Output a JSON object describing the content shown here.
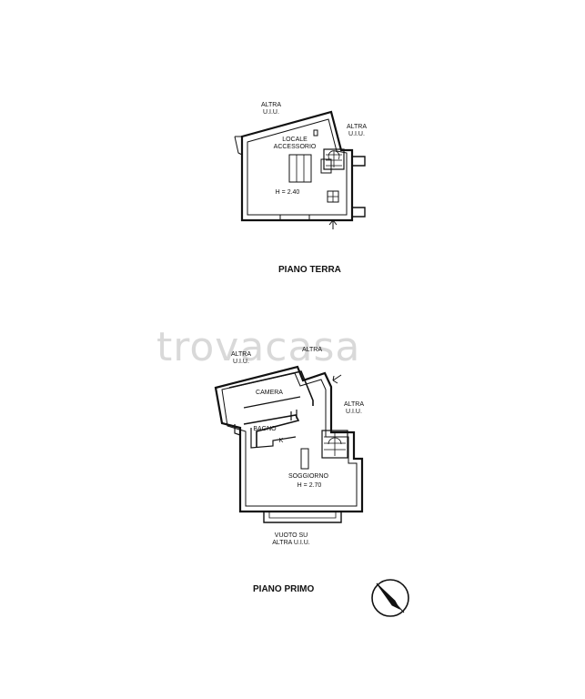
{
  "watermark": "trovacasa",
  "ground_floor": {
    "title": "PIANO TERRA",
    "labels": {
      "altra_uiu_left_1": "ALTRA",
      "altra_uiu_left_2": "U.I.U.",
      "altra_uiu_right_1": "ALTRA",
      "altra_uiu_right_2": "U.I.U.",
      "locale_1": "LOCALE",
      "locale_2": "ACCESSORIO",
      "height": "H = 2.40"
    }
  },
  "first_floor": {
    "title": "PIANO PRIMO",
    "labels": {
      "altra_uiu_a_1": "ALTRA",
      "altra_uiu_a_2": "U.I.U.",
      "altra_uiu_b": "ALTRA",
      "altra_uiu_c_1": "ALTRA",
      "altra_uiu_c_2": "U.I.U.",
      "camera": "CAMERA",
      "bagno": "BAGNO",
      "kitchen": "K",
      "soggiorno": "SOGGIORNO",
      "height": "H = 2.70",
      "vuoto_1": "VUOTO SU",
      "vuoto_2": "ALTRA U.I.U."
    }
  }
}
